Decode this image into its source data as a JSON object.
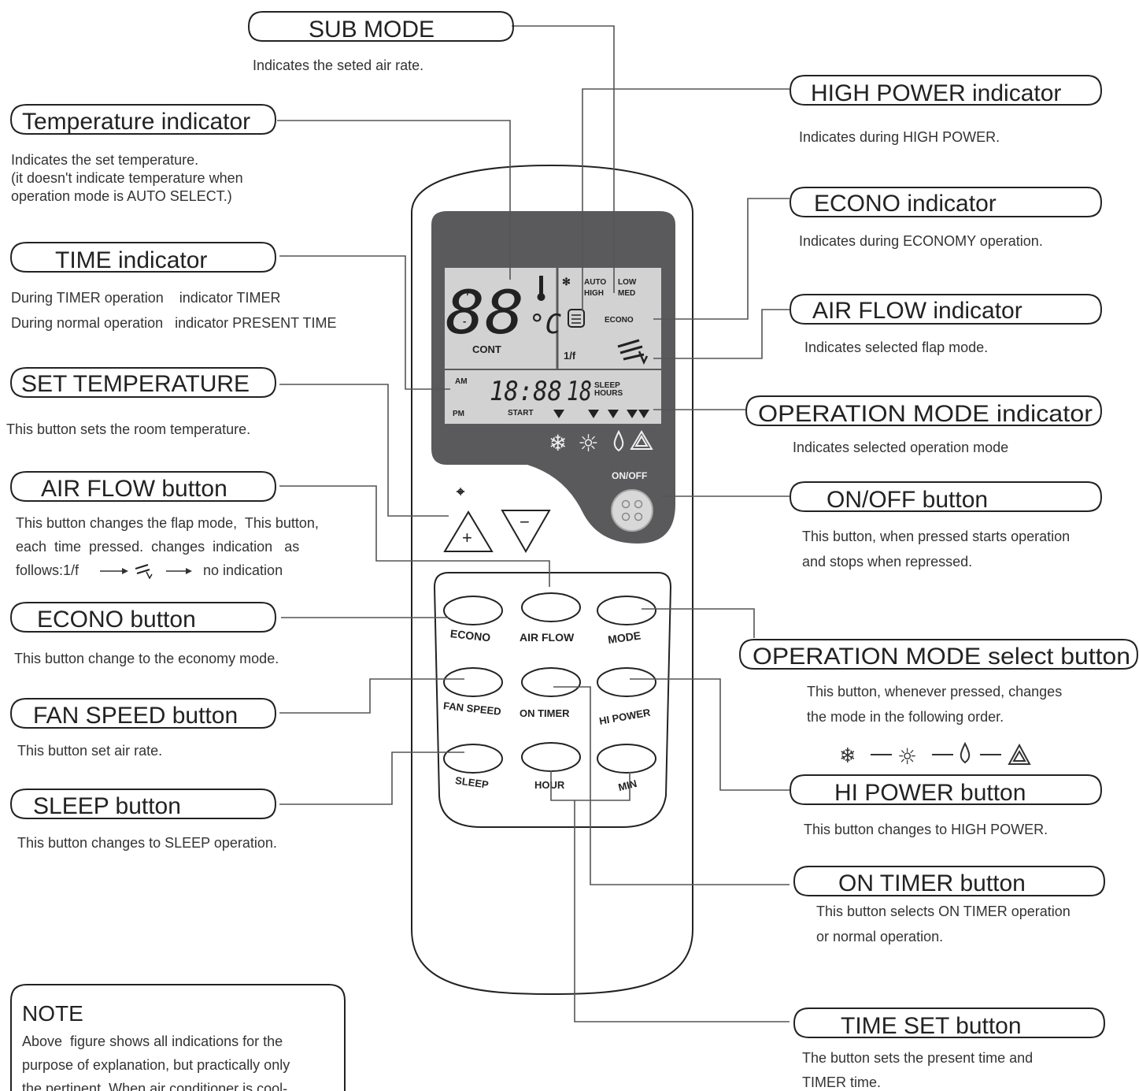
{
  "labels": {
    "sub_mode": {
      "title": "SUB MODE",
      "desc": [
        "Indicates the seted air rate."
      ]
    },
    "temperature_indicator": {
      "title": "Temperature indicator",
      "desc": [
        "Indicates the set temperature.",
        "(it doesn't indicate temperature when",
        "operation mode is AUTO SELECT.)"
      ]
    },
    "time_indicator": {
      "title": "TIME indicator",
      "desc": [
        "During TIMER operation    indicator TIMER",
        "During normal operation   indicator PRESENT TIME"
      ]
    },
    "set_temperature": {
      "title": "SET TEMPERATURE",
      "desc": [
        "This button sets the room temperature."
      ]
    },
    "air_flow_button": {
      "title": "AIR FLOW button",
      "desc": [
        "This button changes the flap mode,  This button,",
        "each  time  pressed.  changes  indication   as",
        "follows:1/f"
      ],
      "sequence_end": "no indication"
    },
    "econo_button": {
      "title": "ECONO button",
      "desc": [
        "This button change to the economy mode."
      ]
    },
    "fan_speed_button": {
      "title": "FAN SPEED button",
      "desc": [
        "This button set air rate."
      ]
    },
    "sleep_button": {
      "title": "SLEEP button",
      "desc": [
        "This button changes to SLEEP operation."
      ]
    },
    "high_power_indicator": {
      "title": "HIGH POWER indicator",
      "desc": [
        "Indicates during HIGH POWER."
      ]
    },
    "econo_indicator": {
      "title": "ECONO indicator",
      "desc": [
        "Indicates during ECONOMY operation."
      ]
    },
    "air_flow_indicator": {
      "title": "AIR FLOW indicator",
      "desc": [
        "Indicates selected flap mode."
      ]
    },
    "operation_mode_indicator": {
      "title": "OPERATION MODE indicator",
      "desc": [
        "Indicates selected operation mode"
      ]
    },
    "on_off_button": {
      "title": "ON/OFF button",
      "desc": [
        "This button, when pressed starts operation",
        "and stops when repressed."
      ]
    },
    "operation_mode_select_button": {
      "title": "OPERATION MODE select button",
      "desc": [
        "This button, whenever pressed, changes",
        "the mode in the following order."
      ]
    },
    "hi_power_button": {
      "title": "HI POWER button",
      "desc": [
        "This button changes to HIGH POWER."
      ]
    },
    "on_timer_button": {
      "title": "ON TIMER button",
      "desc": [
        "This button selects ON TIMER operation",
        "or normal operation."
      ]
    },
    "time_set_button": {
      "title": "TIME SET button",
      "desc": [
        "The button sets the present time and",
        "TIMER time."
      ]
    }
  },
  "note": {
    "title": "NOTE",
    "lines": [
      "Above  figure shows all indications for the",
      "purpose of explanation, but practically only",
      "the pertinent. When air conditioner is cool-"
    ]
  },
  "remote": {
    "lcd": {
      "temp_digits": "88",
      "plus": "+",
      "minus": "-",
      "unit": "°C",
      "cont": "CONT",
      "auto": "AUTO",
      "high": "HIGH",
      "low": "LOW",
      "med": "MED",
      "econo": "ECONO",
      "flap": "1/f",
      "am": "AM",
      "pm": "PM",
      "time_digits": "18:88",
      "sleep_digits": "18",
      "sleep": "SLEEP",
      "hours": "HOURS",
      "start": "START",
      "mode_icons": [
        "snowflake-icon",
        "sun-icon",
        "drop-icon",
        "fan-triangle-icon"
      ]
    },
    "on_off_label": "ON/OFF",
    "temp_up": "+",
    "temp_down": "−",
    "buttons": [
      "ECONO",
      "AIR FLOW",
      "MODE",
      "FAN SPEED",
      "ON TIMER",
      "HI POWER",
      "SLEEP",
      "HOUR",
      "MIN"
    ]
  },
  "colors": {
    "lcd_body": "#5a5a5c",
    "lcd_screen": "#d2d2d2",
    "line": "#555555",
    "text": "#222222"
  }
}
